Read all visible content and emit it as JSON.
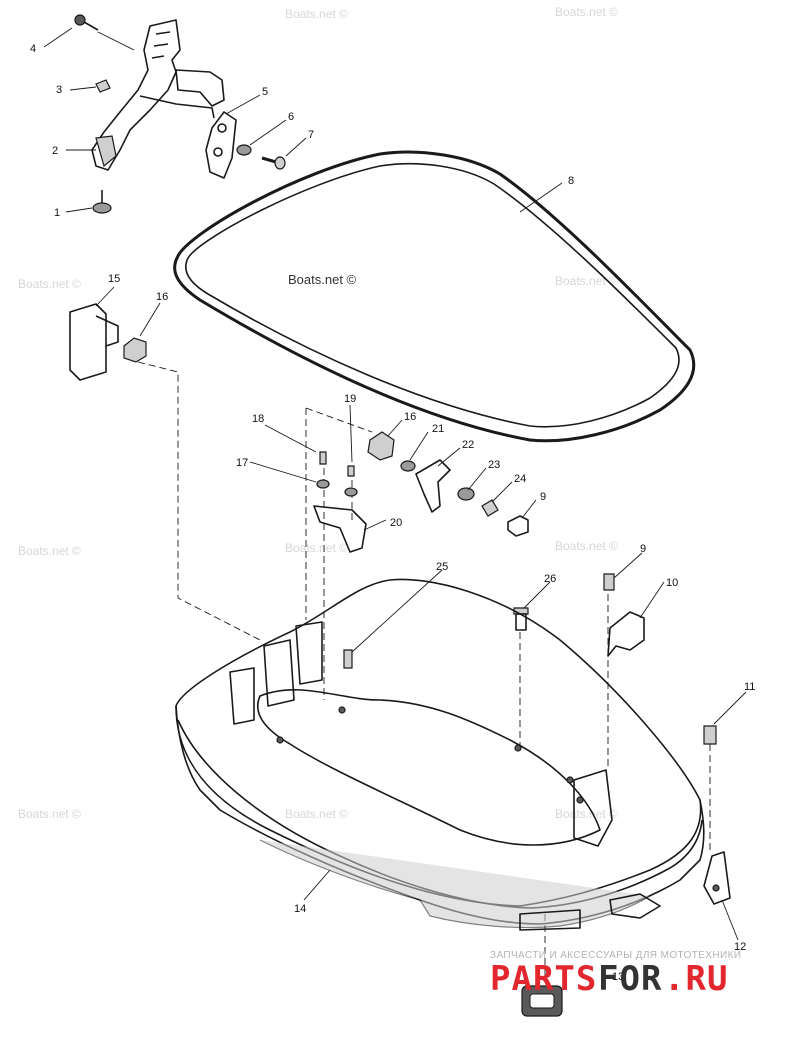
{
  "watermarks": {
    "w1": "Boats.net ©",
    "w2": "Boats.net ©",
    "w3": "Boats.net ©",
    "w4": "Boats.net ©",
    "w5": "Boats.net ©",
    "w6": "Boats.net ©",
    "w7": "Boats.net ©",
    "w8": "Boats.net ©",
    "w9": "Boats.net ©",
    "w10": "Boats.net ©",
    "center": "Boats.net ©"
  },
  "brand": {
    "tagline": "ЗАПЧАСТИ И АКСЕССУАРЫ ДЛЯ МОТОТЕХНИКИ",
    "name_left": "PARTS",
    "name_mid": "FOR",
    "name_right": ".RU",
    "color_primary": "#e2272e",
    "color_secondary": "#333333"
  },
  "callouts": {
    "c1": "1",
    "c2": "2",
    "c3": "3",
    "c4": "4",
    "c5": "5",
    "c6": "6",
    "c7": "7",
    "c8": "8",
    "c9a": "9",
    "c9b": "9",
    "c10": "10",
    "c11": "11",
    "c12": "12",
    "c13": "13",
    "c14": "14",
    "c15": "15",
    "c16a": "16",
    "c16b": "16",
    "c17": "17",
    "c18": "18",
    "c19": "19",
    "c20": "20",
    "c21": "21",
    "c22": "22",
    "c23": "23",
    "c24": "24",
    "c25": "25",
    "c26": "26"
  }
}
